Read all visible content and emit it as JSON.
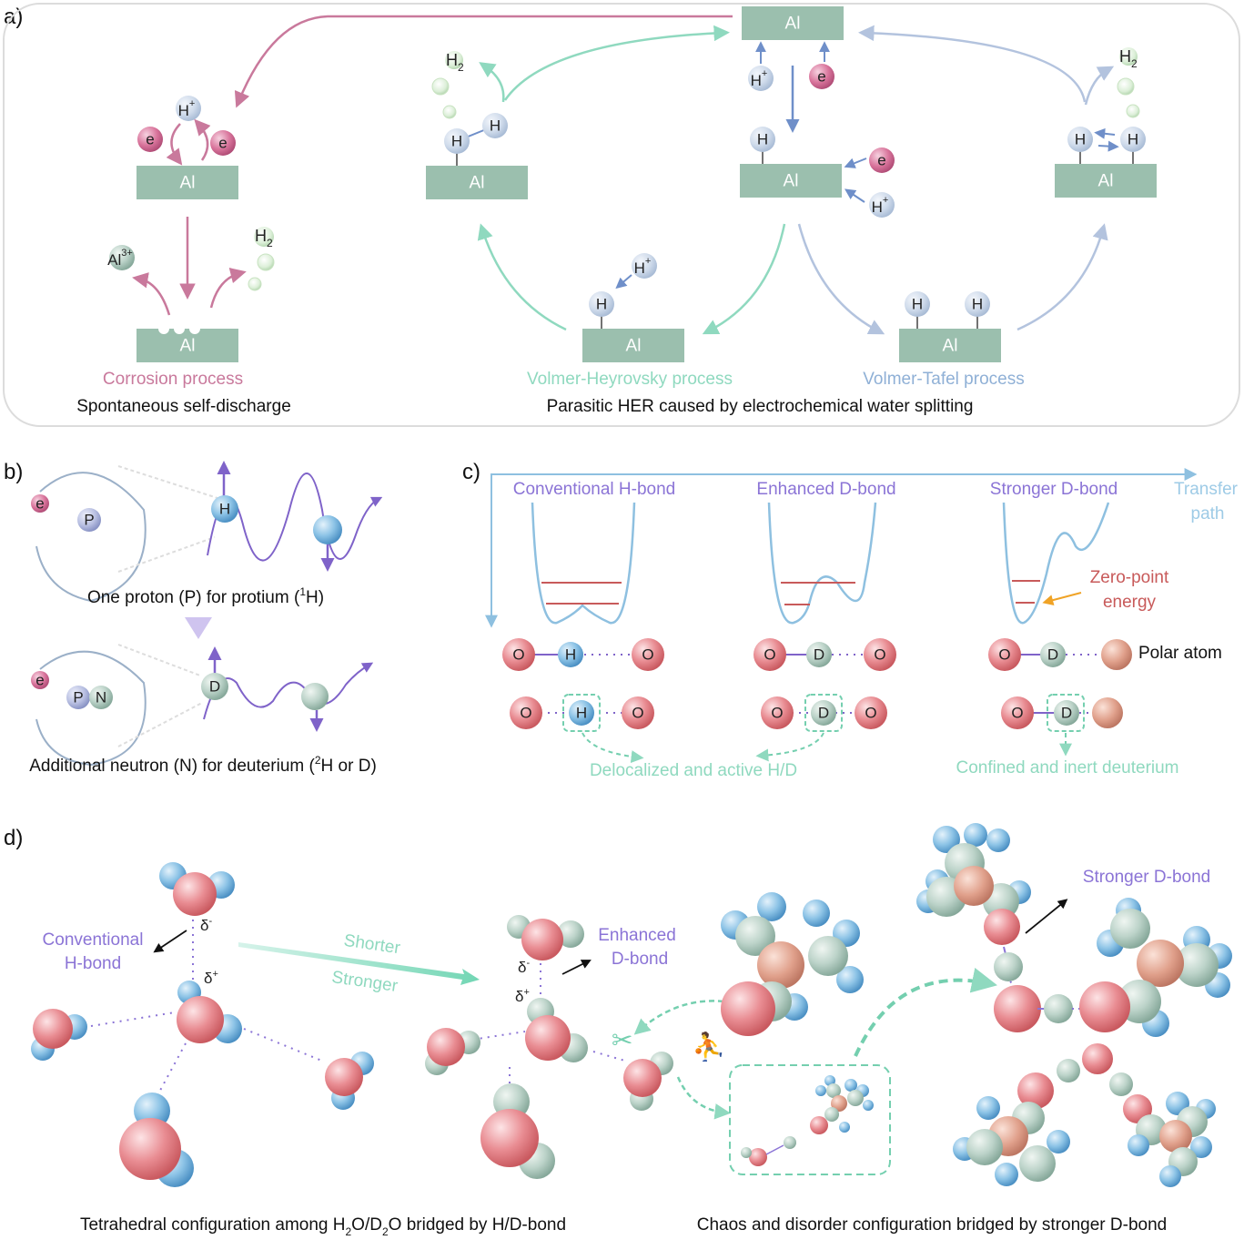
{
  "panels": {
    "a": "a)",
    "b": "b)",
    "c": "c)",
    "d": "d)"
  },
  "panel_a": {
    "al": "Al",
    "h": "H",
    "h_plus": "H",
    "plus": "+",
    "e": "e",
    "h2": "H",
    "sub2": "2",
    "al3": "Al",
    "al3_sup": "3+",
    "corrosion": "Corrosion process",
    "volmer_heyrovsky": "Volmer-Heyrovsky process",
    "volmer_tafel": "Volmer-Tafel process",
    "caption_left": "Spontaneous self-discharge",
    "caption_right": "Parasitic HER caused by electrochemical water splitting",
    "colors": {
      "al_block": "#9bbfae",
      "corrosion": "#c9799c",
      "heyrovsky": "#8fd9bf",
      "tafel": "#9cb2d6"
    }
  },
  "panel_b": {
    "e": "e",
    "p": "P",
    "n": "N",
    "h": "H",
    "d": "D",
    "protium_a": "One proton (P)  for protium (",
    "protium_sup": "1",
    "protium_b": "H)",
    "deut_a": "Additional neutron (N)  for deuterium (",
    "deut_sup": "2",
    "deut_b": "H or D)"
  },
  "panel_c": {
    "conventional": "Conventional H-bond",
    "enhanced": "Enhanced D-bond",
    "stronger": "Stronger D-bond",
    "transfer": "Transfer",
    "path": "path",
    "zero_point": "Zero-point",
    "energy": "energy",
    "polar_atom": "Polar atom",
    "o": "O",
    "h": "H",
    "d": "D",
    "delocalized": "Delocalized and active H/D",
    "confined": "Confined and inert deuterium"
  },
  "panel_d": {
    "conventional": "Conventional",
    "h_bond": "H-bond",
    "shorter": "Shorter",
    "stronger": "Stronger",
    "enhanced": "Enhanced",
    "d_bond": "D-bond",
    "stronger_d_bond": "Stronger D-bond",
    "delta_minus": "δ",
    "delta_plus": "δ",
    "minus": "-",
    "plus": "+",
    "caption_left_a": "Tetrahedral configuration among H",
    "sub2": "2",
    "caption_left_b": "O/D",
    "caption_left_c": "O bridged by H/D-bond",
    "caption_right": "Chaos and disorder configuration bridged by stronger D-bond"
  }
}
